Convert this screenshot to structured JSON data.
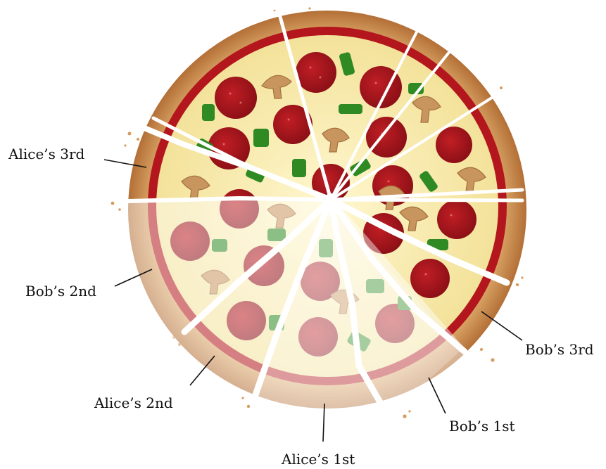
{
  "labels": {
    "alice_3rd": "Alice’s 3rd",
    "bob_2nd": "Bob’s 2nd",
    "alice_2nd": "Alice’s 2nd",
    "alice_1st": "Alice’s 1st",
    "bob_1st": "Bob’s 1st",
    "bob_3rd": "Bob’s 3rd"
  },
  "colors": {
    "crust": "#d9a46a",
    "crust_dark": "#b6733c",
    "sauce": "#b3161c",
    "cheese": "#f7eab0",
    "pepperoni": "#a3141b",
    "pepper": "#2f8a24",
    "mushroom": "#c8955e",
    "cut": "#ffffff"
  },
  "icons": {
    "topping_pepperoni": "pepperoni-icon",
    "topping_pepper": "green-pepper-icon",
    "topping_mushroom": "mushroom-icon"
  }
}
